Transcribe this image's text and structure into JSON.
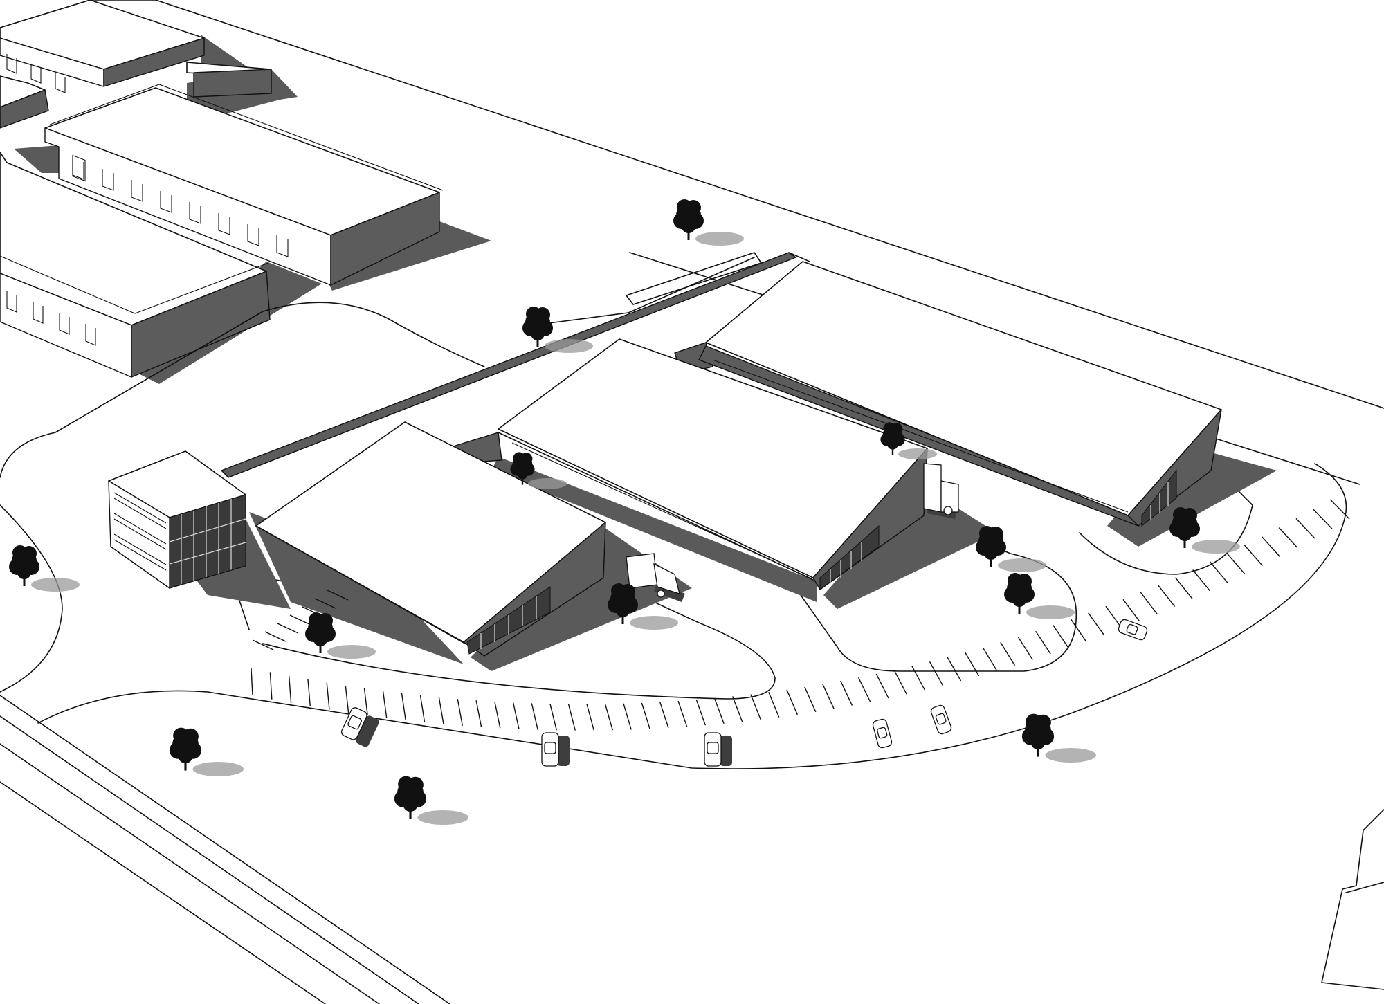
{
  "scene": {
    "style": "monochrome axonometric site sketch",
    "colors": {
      "line": "#111111",
      "shadow": "#5a5a5a",
      "glass": "#3a3a3a",
      "background": "#ffffff",
      "tree": "#111111"
    },
    "elements": [
      "existing-warehouse-block",
      "office-building",
      "hall-1",
      "hall-2",
      "hall-3",
      "covered-walkway",
      "access-road",
      "parking-arc",
      "trees",
      "parked-cars",
      "delivery-trucks",
      "highway"
    ]
  }
}
